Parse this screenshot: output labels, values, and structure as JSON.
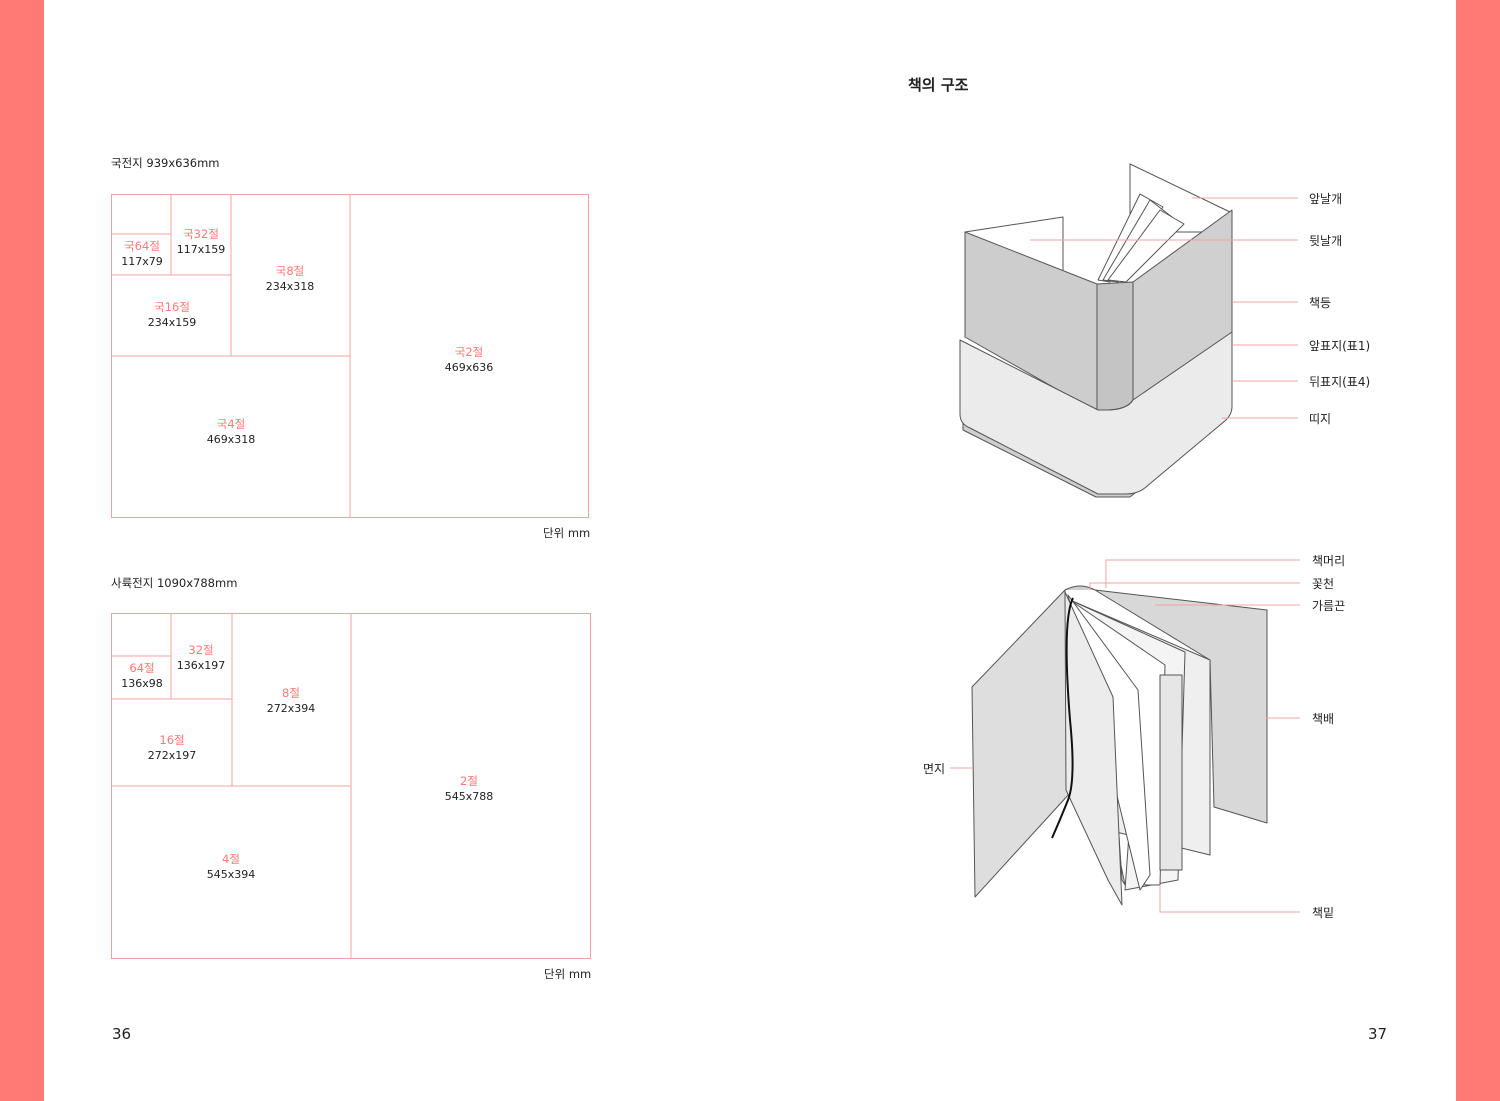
{
  "colors": {
    "accent": "#ff7a75",
    "line": "#f2a3a0",
    "ink": "#222222"
  },
  "left_page": {
    "page_number": "36",
    "chart_data": [
      {
        "type": "table",
        "title": "국전지 939x636mm",
        "unit_note": "단위 mm",
        "cells": [
          {
            "name": "국64절",
            "size": "117x79"
          },
          {
            "name": "국32절",
            "size": "117x159"
          },
          {
            "name": "국16절",
            "size": "234x159"
          },
          {
            "name": "국8절",
            "size": "234x318"
          },
          {
            "name": "국4절",
            "size": "469x318"
          },
          {
            "name": "국2절",
            "size": "469x636"
          }
        ]
      },
      {
        "type": "table",
        "title": "사륙전지 1090x788mm",
        "unit_note": "단위 mm",
        "cells": [
          {
            "name": "64절",
            "size": "136x98"
          },
          {
            "name": "32절",
            "size": "136x197"
          },
          {
            "name": "16절",
            "size": "272x197"
          },
          {
            "name": "8절",
            "size": "272x394"
          },
          {
            "name": "4절",
            "size": "545x394"
          },
          {
            "name": "2절",
            "size": "545x788"
          }
        ]
      }
    ]
  },
  "right_page": {
    "page_number": "37",
    "title": "책의 구조",
    "closed_book_labels": [
      "앞날개",
      "뒷날개",
      "책등",
      "앞표지(표1)",
      "뒤표지(표4)",
      "띠지"
    ],
    "open_book_labels": [
      "책머리",
      "꽃천",
      "가름끈",
      "책배",
      "면지",
      "책밑"
    ]
  }
}
